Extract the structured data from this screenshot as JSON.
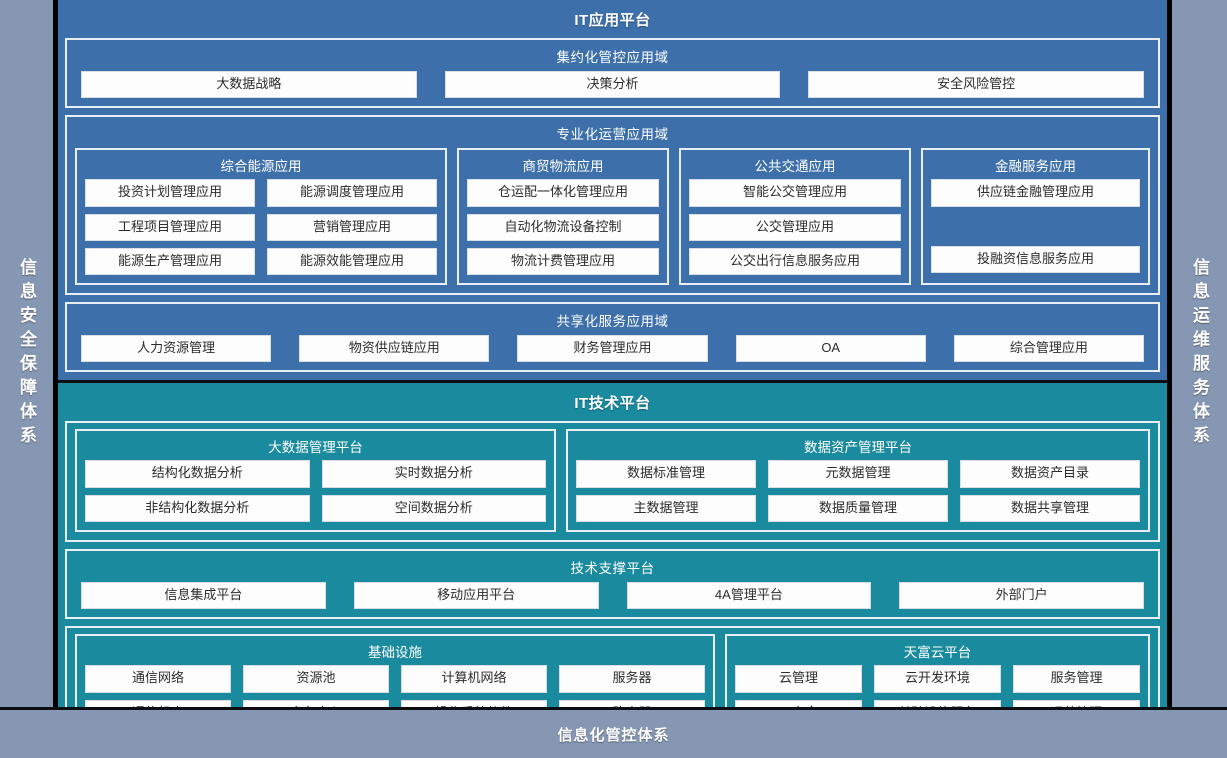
{
  "rails": {
    "left_label": "信息安全保障体系",
    "right_label": "信息运维服务体系"
  },
  "footer": {
    "label": "信息化管控体系"
  },
  "app_platform": {
    "title": "IT应用平台",
    "bands": [
      {
        "title": "集约化管控应用域",
        "items": [
          "大数据战略",
          "决策分析",
          "安全风险管控"
        ]
      },
      {
        "title": "专业化运营应用域",
        "groups": [
          {
            "title": "综合能源应用",
            "items": [
              "投资计划管理应用",
              "能源调度管理应用",
              "工程项目管理应用",
              "营销管理应用",
              "能源生产管理应用",
              "能源效能管理应用"
            ]
          },
          {
            "title": "商贸物流应用",
            "items": [
              "仓运配一体化管理应用",
              "自动化物流设备控制",
              "物流计费管理应用"
            ]
          },
          {
            "title": "公共交通应用",
            "items": [
              "智能公交管理应用",
              "公交管理应用",
              "公交出行信息服务应用"
            ]
          },
          {
            "title": "金融服务应用",
            "items": [
              "供应链金融管理应用",
              "",
              "投融资信息服务应用"
            ]
          }
        ]
      },
      {
        "title": "共享化服务应用域",
        "items": [
          "人力资源管理",
          "物资供应链应用",
          "财务管理应用",
          "OA",
          "综合管理应用"
        ]
      }
    ]
  },
  "tech_platform": {
    "title": "IT技术平台",
    "groups_row1": [
      {
        "title": "大数据管理平台",
        "items": [
          "结构化数据分析",
          "实时数据分析",
          "非结构化数据分析",
          "空间数据分析"
        ]
      },
      {
        "title": "数据资产管理平台",
        "items": [
          "数据标准管理",
          "元数据管理",
          "数据资产目录",
          "主数据管理",
          "数据质量管理",
          "数据共享管理"
        ]
      }
    ],
    "support_band": {
      "title": "技术支撑平台",
      "items": [
        "信息集成平台",
        "移动应用平台",
        "4A管理平台",
        "外部门户"
      ]
    },
    "groups_row2": [
      {
        "title": "基础设施",
        "items": [
          "通信网络",
          "资源池",
          "计算机网络",
          "服务器",
          "通信机房",
          "灾备中心",
          "操作系统软件",
          "路由器"
        ]
      },
      {
        "title": "天富云平台",
        "items": [
          "云管理",
          "云开发环境",
          "服务管理",
          "云安全",
          "基础设施服务",
          "运营管理"
        ]
      }
    ]
  },
  "colors": {
    "app_panel": "#3d70ab",
    "tech_panel": "#1a8a9e",
    "rail": "#8697b3",
    "chip": "#fdfdfd",
    "divider": "#0d0d14"
  }
}
